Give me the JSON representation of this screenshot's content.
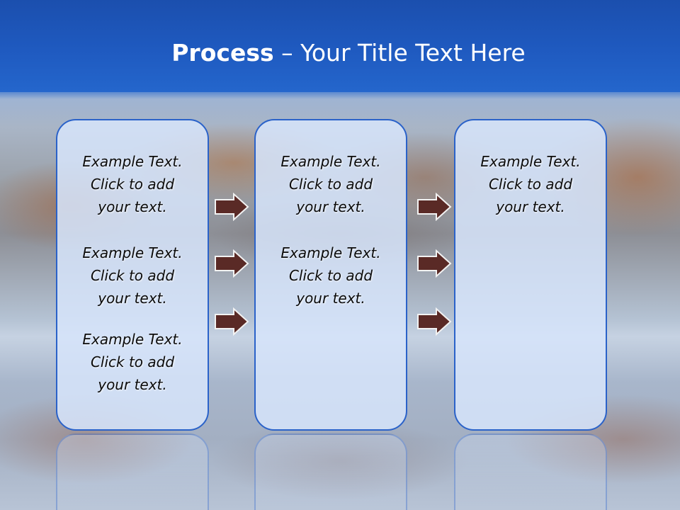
{
  "title": {
    "bold": "Process",
    "rest": "  – Your Title Text Here"
  },
  "colors": {
    "title_band": "#1f5ac0",
    "panel_border": "#2a62c9",
    "panel_fill": "#d6e4fa",
    "arrow_fill": "#5a2a26"
  },
  "columns": [
    {
      "texts": [
        "Example Text.\nClick  to add\nyour text.",
        "Example Text.\nClick  to add\nyour text.",
        "Example Text.\nClick  to add\nyour text."
      ]
    },
    {
      "texts": [
        "Example Text.\nClick  to add\nyour text.",
        "Example Text.\nClick  to add\nyour text."
      ]
    },
    {
      "texts": [
        "Example Text.\nClick  to add\nyour text."
      ]
    }
  ],
  "arrow_icon": "right-arrow-icon"
}
